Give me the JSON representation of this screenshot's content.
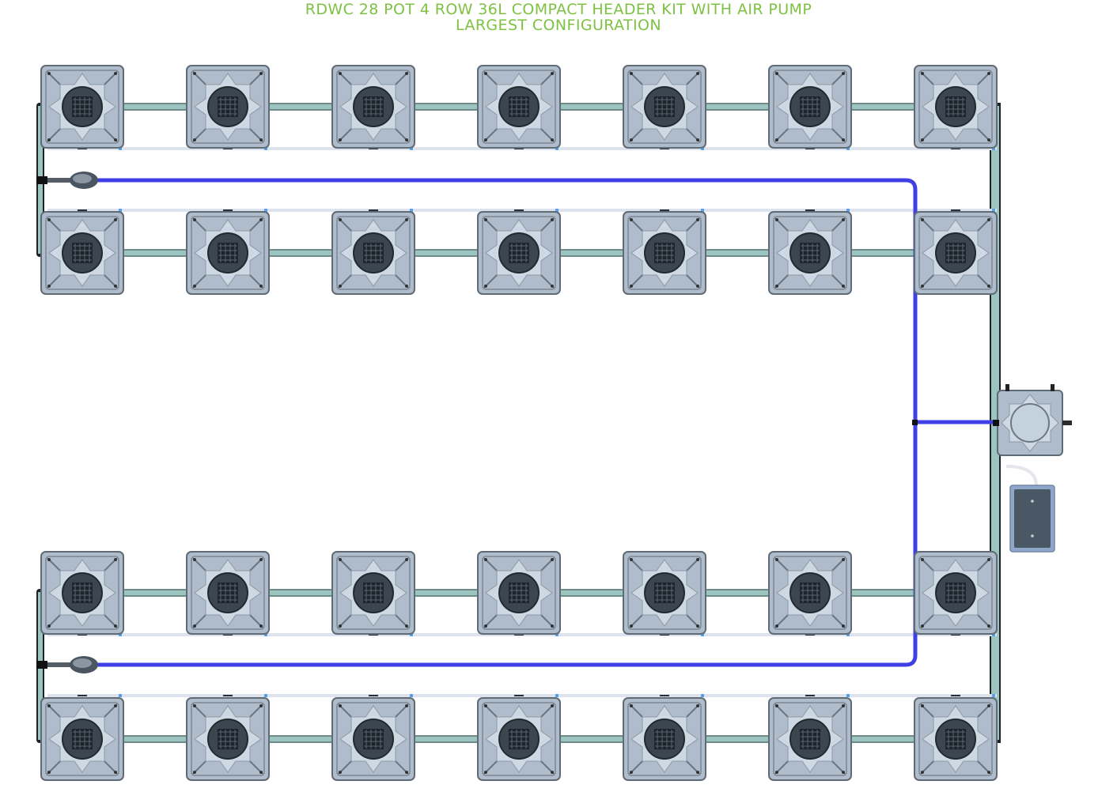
{
  "title": {
    "line1": "RDWC 28 POT 4 ROW 36L COMPACT HEADER KIT WITH AIR PUMP",
    "line2": "LARGEST CONFIGURATION"
  },
  "colors": {
    "title": "#7dc242",
    "air_line": "#3f3fe6",
    "pot_body": "#aebccb",
    "pot_frame": "#5f6b75",
    "pot_inner": "#cdd8e2",
    "net_cup": "#3b4650",
    "pipe": "#9cc4c0",
    "return_tube": "#dde3ee",
    "pump_body": "#4a5866",
    "pump_frame": "#8ea6c8"
  },
  "layout": {
    "rows": 4,
    "pots_per_row": [
      7,
      7,
      7,
      7
    ],
    "total_pots": 28
  },
  "components": {
    "pots": "36l-square-pot",
    "header_tank": "compact-header-tank",
    "air_pump": "air-pump",
    "air_stones": "air-line-check-valve",
    "icons": [
      "pot-icon",
      "header-tank-icon",
      "air-pump-icon",
      "check-valve-icon"
    ]
  }
}
